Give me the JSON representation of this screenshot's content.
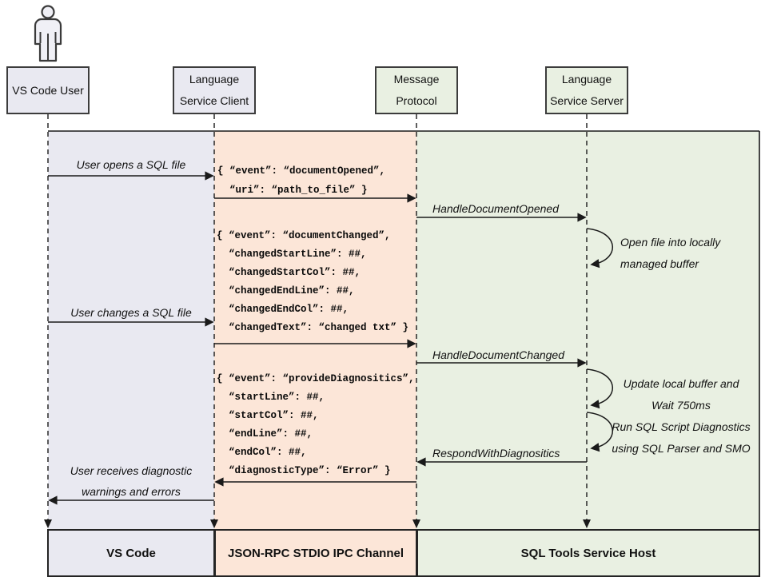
{
  "actors": {
    "user": {
      "line1": "VS Code User"
    },
    "client": {
      "line1": "Language",
      "line2": "Service Client"
    },
    "protocol": {
      "line1": "Message",
      "line2": "Protocol"
    },
    "server": {
      "line1": "Language",
      "line2": "Service Server"
    }
  },
  "icons": {
    "person": "stick-figure-user"
  },
  "labels": {
    "open_file": "User opens a SQL file",
    "handle_opened": "HandleDocumentOpened",
    "loop1_line1": "Open file into locally",
    "loop1_line2": "managed buffer",
    "change_file": "User changes a SQL file",
    "handle_changed": "HandleDocumentChanged",
    "loop2_line1": "Update local buffer and",
    "loop2_line2": "Wait 750ms",
    "loop3_line1": "Run SQL Script Diagnostics",
    "loop3_line2": "using SQL Parser and SMO",
    "respond": "RespondWithDiagnositics",
    "receive_line1": "User receives diagnostic",
    "receive_line2": "warnings and errors"
  },
  "json_messages": {
    "document_opened": {
      "l1": "{ “event”: “documentOpened”,",
      "l2": "  “uri”: “path_to_file” }"
    },
    "document_changed": {
      "l1": "{ “event”: “documentChanged”,",
      "l2": "  “changedStartLine”: ##,",
      "l3": "  “changedStartCol”: ##,",
      "l4": "  “changedEndLine”: ##,",
      "l5": "  “changedEndCol”: ##,",
      "l6": "  “changedText”: “changed txt” }"
    },
    "provide_diagnostics": {
      "l1": "{ “event”: “provideDiagnositics”,",
      "l2": "  “startLine”: ##,",
      "l3": "  “startCol”: ##,",
      "l4": "  “endLine”: ##,",
      "l5": "  “endCol”: ##,",
      "l6": "  “diagnosticType”: “Error” }"
    }
  },
  "footer": {
    "vscode": "VS Code",
    "channel": "JSON-RPC STDIO IPC Channel",
    "host": "SQL Tools Service Host"
  },
  "colors": {
    "lane_user": "#e9e9f1",
    "lane_channel": "#fce6d8",
    "lane_host": "#e9f0e2",
    "box_border": "#3c3c3c",
    "line": "#1a1a1a"
  }
}
